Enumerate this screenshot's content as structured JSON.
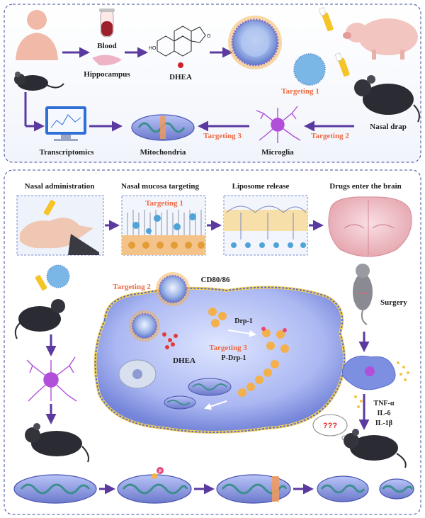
{
  "top_panel": {
    "blood_label": "Blood",
    "hippocampus_label": "Hippocampus",
    "dhea_label": "DHEA",
    "targeting1_label": "Targeting 1",
    "nasal_drap_label": "Nasal drap",
    "targeting2_label": "Targeting 2",
    "targeting3_label": "Targeting 3",
    "transcriptomics_label": "Transcriptomics",
    "mitochondria_label": "Mitochondria",
    "microglia_label": "Microglia"
  },
  "bottom_panel": {
    "step_labels": [
      "Nasal administration",
      "Nasal mucosa targeting",
      "Liposome release",
      "Drugs enter the brain"
    ],
    "mucosa_targeting_label": "Targeting 1",
    "targeting2_label": "Targeting 2",
    "cd_label": "CD80/86",
    "drp1_label": "Drp-1",
    "targeting3_label": "Targeting 3",
    "pdrp1_label": "P-Drp-1",
    "dhea_label": "DHEA",
    "surgery_label": "Surgery",
    "cytokines": [
      "TNF-α",
      "IL-6",
      "IL-1β"
    ],
    "question_label": "???",
    "p_marker": "P"
  },
  "colors": {
    "arrow": "#5b3aa0",
    "targeting_text": "#ec6a43",
    "panel_border": "#3d4a9a",
    "cell_membrane": "#6f7bd6",
    "cytoplasm": "#a9b6f2",
    "microglia": "#b04fd9"
  }
}
